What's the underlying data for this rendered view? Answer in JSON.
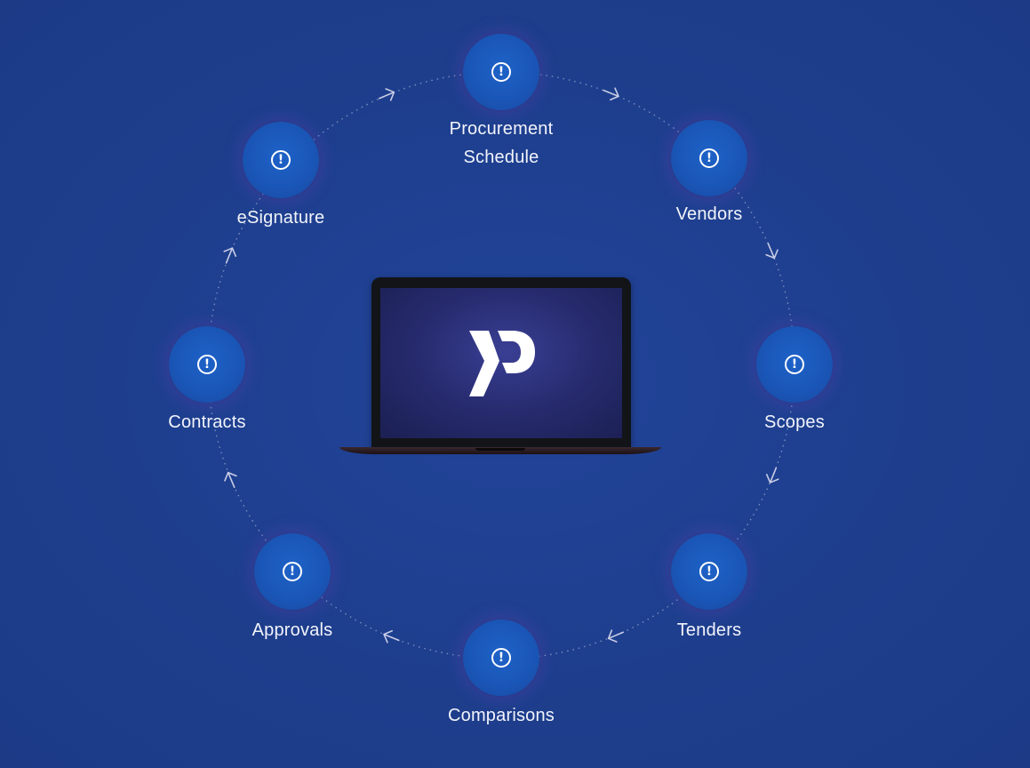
{
  "diagram": {
    "nodes": [
      {
        "id": "procurement-schedule",
        "label_lines": [
          "Procurement",
          "Schedule"
        ],
        "icon": "alert-circle-icon"
      },
      {
        "id": "vendors",
        "label_lines": [
          "Vendors"
        ],
        "icon": "alert-circle-icon"
      },
      {
        "id": "scopes",
        "label_lines": [
          "Scopes"
        ],
        "icon": "alert-circle-icon"
      },
      {
        "id": "tenders",
        "label_lines": [
          "Tenders"
        ],
        "icon": "alert-circle-icon"
      },
      {
        "id": "comparisons",
        "label_lines": [
          "Comparisons"
        ],
        "icon": "alert-circle-icon"
      },
      {
        "id": "approvals",
        "label_lines": [
          "Approvals"
        ],
        "icon": "alert-circle-icon"
      },
      {
        "id": "contracts",
        "label_lines": [
          "Contracts"
        ],
        "icon": "alert-circle-icon"
      },
      {
        "id": "esignature",
        "label_lines": [
          "eSignature"
        ],
        "icon": "alert-circle-icon"
      }
    ],
    "cycle_direction": "clockwise",
    "center": {
      "device": "laptop",
      "logo_icon": "p-brand-logo-icon"
    }
  },
  "colors": {
    "background": "#1f3f8e",
    "node_fill": "#1a55b5",
    "node_glow": "#7850c8",
    "text": "#f2f4fb",
    "ring_line": "#c9cde6",
    "logo": "#ffffff"
  }
}
